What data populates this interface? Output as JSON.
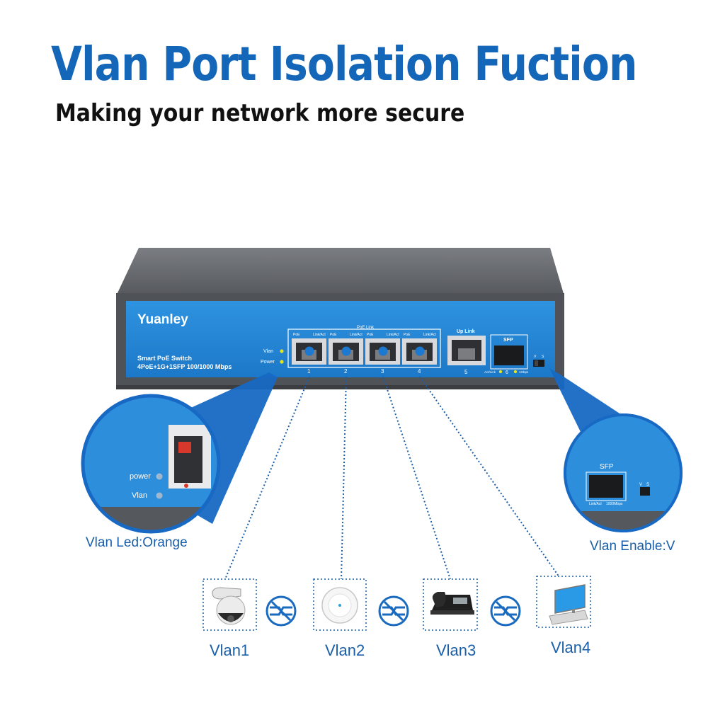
{
  "header": {
    "title": "Vlan Port Isolation Fuction",
    "subtitle": "Making your network more secure"
  },
  "switch": {
    "brand": "Yuanley",
    "model_line1": "Smart PoE Switch",
    "model_line2": "4PoE+1G+1SFP 100/1000 Mbps",
    "led_vlan": "Vlan",
    "led_power": "Power",
    "poe_link": "PoE Link",
    "poe": "PoE",
    "link_act": "Link/Act",
    "ports": [
      "1",
      "2",
      "3",
      "4"
    ],
    "uplink_label": "Up Link",
    "uplink_port": "5",
    "sfp_label": "SFP",
    "sfp_port": "6",
    "act_link": "Act/Link",
    "speed": "1Gbps",
    "switch_v": "V",
    "switch_s": "S"
  },
  "zoom_left": {
    "power": "power",
    "vlan": "Vlan",
    "caption": "Vlan Led:Orange"
  },
  "zoom_right": {
    "sfp": "SFP",
    "link_act": "Link/Act",
    "speed": "1000Mbps",
    "v": "V",
    "s": "S",
    "caption": "Vlan Enable:V"
  },
  "devices": [
    {
      "icon": "camera-icon",
      "label": "Vlan1"
    },
    {
      "icon": "access-point-icon",
      "label": "Vlan2"
    },
    {
      "icon": "phone-icon",
      "label": "Vlan3"
    },
    {
      "icon": "computer-icon",
      "label": "Vlan4"
    }
  ],
  "colors": {
    "title_blue": "#1466b8",
    "panel_blue": "#2a8fdd",
    "caption_blue": "#1a5fa8",
    "chassis_gray": "#5f6266"
  }
}
